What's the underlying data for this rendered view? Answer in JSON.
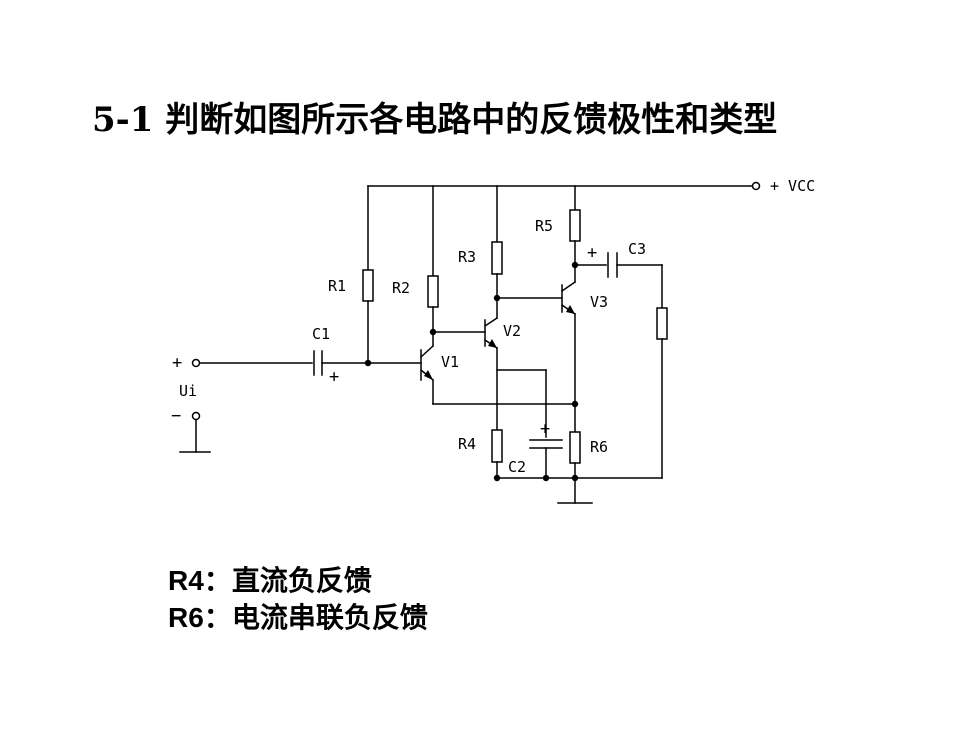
{
  "title": "5-1 判断如图所示各电路中的反馈极性和类型",
  "circuit": {
    "labels": {
      "vcc": "+ VCC",
      "input_plus": "+",
      "input_minus": "−",
      "ui": "Ui",
      "R1": "R1",
      "R2": "R2",
      "R3": "R3",
      "R4": "R4",
      "R5": "R5",
      "R6": "R6",
      "C1": "C1",
      "C2": "C2",
      "C3": "C3",
      "V1": "V1",
      "V2": "V2",
      "V3": "V3",
      "c1_plus": "+",
      "c2_plus": "+",
      "c3_plus": "+"
    }
  },
  "answers": [
    {
      "resistor": "R4",
      "separator": "：",
      "type": "直流负反馈"
    },
    {
      "resistor": "R6",
      "separator": "：",
      "type": "电流串联负反馈"
    }
  ]
}
